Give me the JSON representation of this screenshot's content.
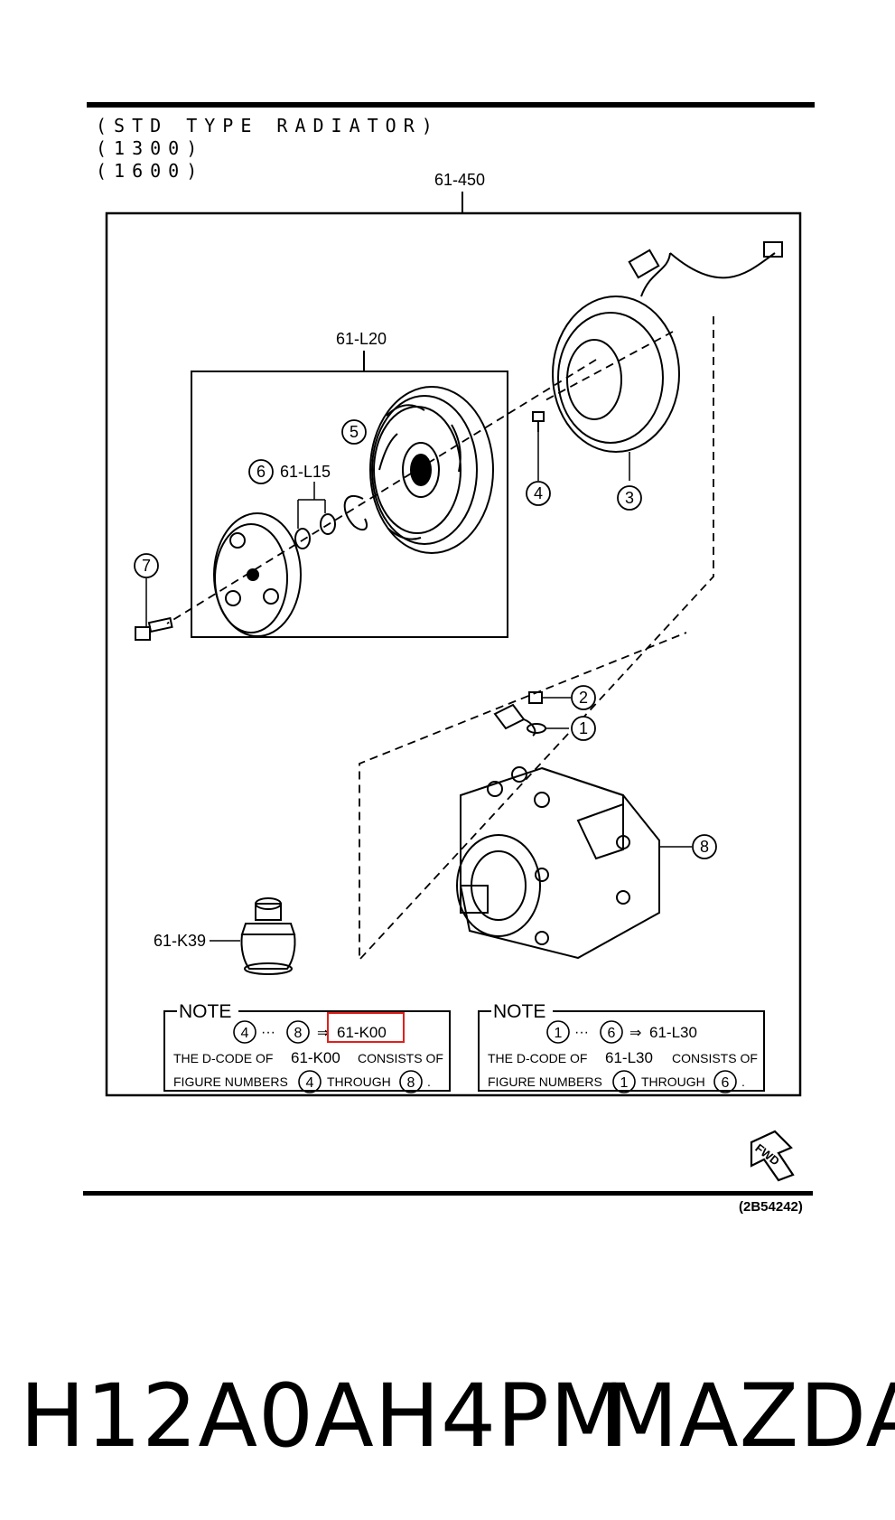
{
  "header": {
    "lines": [
      "(STD TYPE RADIATOR)",
      "(1300)",
      "(1600)"
    ]
  },
  "callouts": {
    "assembly": "61-450",
    "clutch_set": "61-L20",
    "shim_set": "61-L15",
    "top_cap": "61-K39"
  },
  "figure_numbers": [
    "1",
    "2",
    "3",
    "4",
    "5",
    "6",
    "7",
    "8"
  ],
  "note_left": {
    "title": "NOTE",
    "range_from": "4",
    "range_dots": "···",
    "range_to": "8",
    "arrow": "⇒",
    "dcode": "61-K00",
    "line2_prefix": "THE D-CODE OF",
    "line2_code": "61-K00",
    "line2_suffix": "CONSISTS OF",
    "line3_prefix": "FIGURE NUMBERS",
    "line3_from": "4",
    "line3_mid": "THROUGH",
    "line3_to": "8",
    "line3_end": "."
  },
  "note_right": {
    "title": "NOTE",
    "range_from": "1",
    "range_dots": "···",
    "range_to": "6",
    "arrow": "⇒",
    "dcode": "61-L30",
    "line2_prefix": "THE D-CODE OF",
    "line2_code": "61-L30",
    "line2_suffix": "CONSISTS OF",
    "line3_prefix": "FIGURE NUMBERS",
    "line3_from": "1",
    "line3_mid": "THROUGH",
    "line3_to": "6",
    "line3_end": "."
  },
  "direction_label": "FWD",
  "image_code": "(2B54242)",
  "caption": {
    "part_number": "H12A0AH4PM",
    "brand": "MAZDA"
  },
  "colors": {
    "line": "#000000",
    "highlight": "#e0201c",
    "background": "#ffffff"
  }
}
